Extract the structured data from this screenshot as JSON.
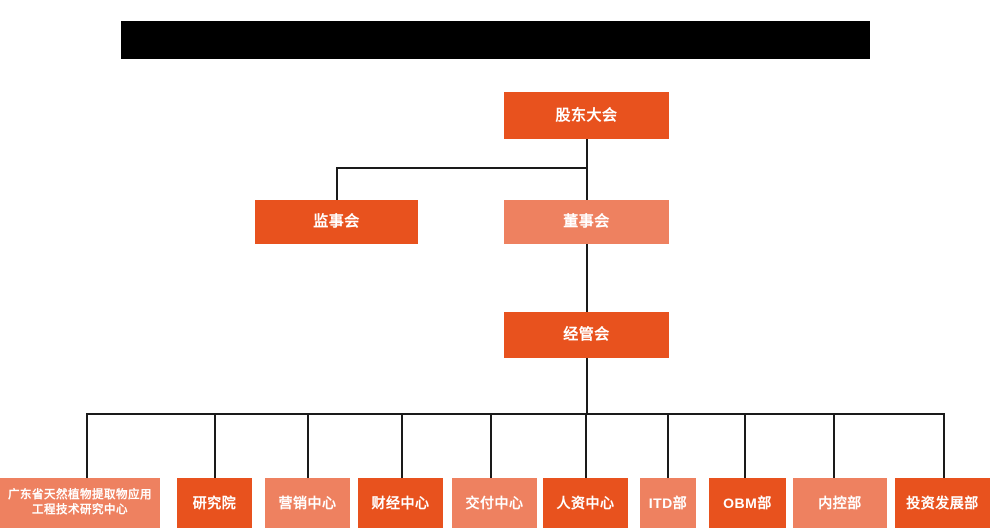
{
  "diagram": {
    "title_banner": {
      "name": "redacted-title-banner",
      "text": "",
      "color": "#000000"
    },
    "colors": {
      "dark_orange": "#E8521E",
      "light_salmon": "#EE8160",
      "connector": "#1a1a1a",
      "background": "#ffffff",
      "text": "#ffffff"
    },
    "levels": [
      {
        "level": 1,
        "nodes": [
          {
            "id": "shareholders",
            "label": "股东大会",
            "shade": "dark"
          }
        ]
      },
      {
        "level": 2,
        "nodes": [
          {
            "id": "supervisors",
            "label": "监事会",
            "shade": "dark"
          },
          {
            "id": "directors",
            "label": "董事会",
            "shade": "light"
          }
        ]
      },
      {
        "level": 3,
        "nodes": [
          {
            "id": "management",
            "label": "经管会",
            "shade": "dark"
          }
        ]
      },
      {
        "level": 4,
        "nodes": [
          {
            "id": "research-center",
            "label": "广东省天然植物提取物应用工程技术研究中心",
            "shade": "light"
          },
          {
            "id": "institute",
            "label": "研究院",
            "shade": "dark"
          },
          {
            "id": "marketing-center",
            "label": "营销中心",
            "shade": "light"
          },
          {
            "id": "finance-center",
            "label": "财经中心",
            "shade": "dark"
          },
          {
            "id": "delivery-center",
            "label": "交付中心",
            "shade": "light"
          },
          {
            "id": "hr-center",
            "label": "人资中心",
            "shade": "dark"
          },
          {
            "id": "itd-dept",
            "label": "ITD部",
            "shade": "light"
          },
          {
            "id": "obm-dept",
            "label": "OBM部",
            "shade": "dark"
          },
          {
            "id": "internal-control-dept",
            "label": "内控部",
            "shade": "light"
          },
          {
            "id": "investment-development-dept",
            "label": "投资发展部",
            "shade": "dark"
          }
        ]
      }
    ]
  }
}
